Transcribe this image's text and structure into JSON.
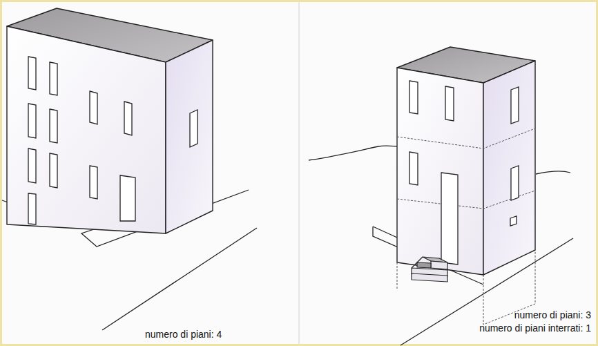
{
  "diagram": {
    "labels": [
      "numero di piani: 4",
      "numero di piani: 3",
      "numero di piani interrati: 1"
    ]
  }
}
